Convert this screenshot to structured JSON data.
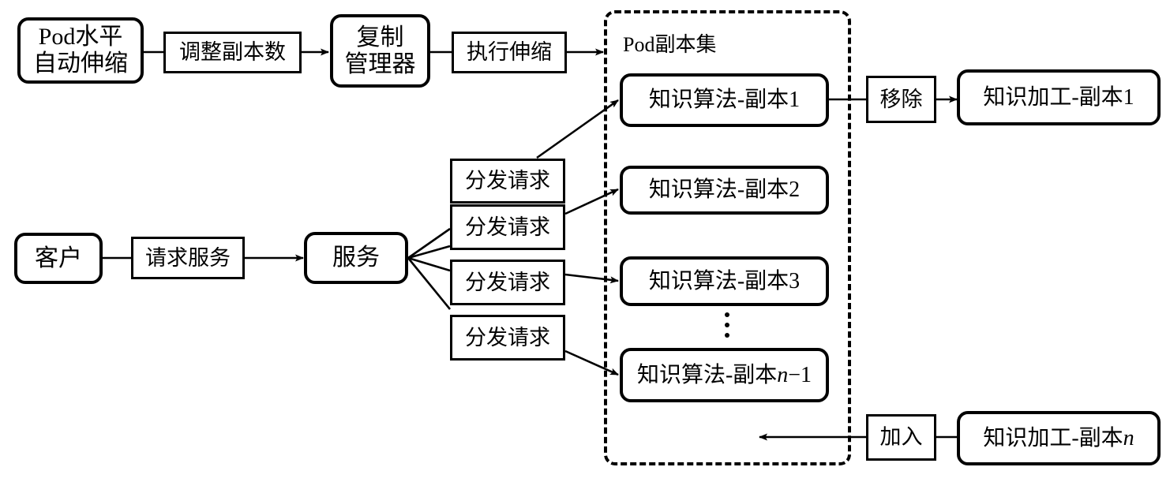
{
  "diagram": {
    "title": "Pod horizontal autoscaling and knowledge algorithm replica set flow",
    "colors": {
      "stroke": "#000000",
      "fill": "#ffffff",
      "background": "#ffffff"
    },
    "group": {
      "name": "pod-replica-set",
      "label": "Pod副本集",
      "border_style": "dashed"
    },
    "nodes": {
      "hpa": "Pod水平\n自动伸缩",
      "hpa_line1": "Pod水平",
      "hpa_line2": "自动伸缩",
      "adjust_replicas": "调整副本数",
      "replication_manager_line1": "复制",
      "replication_manager_line2": "管理器",
      "execute_scaling": "执行伸缩",
      "client": "客户",
      "request_service": "请求服务",
      "service": "服务",
      "dispatch_request": "分发请求",
      "remove": "移除",
      "join": "加入"
    },
    "dispatch_requests": [
      {
        "label": "分发请求"
      },
      {
        "label": "分发请求"
      },
      {
        "label": "分发请求"
      },
      {
        "label": "分发请求"
      }
    ],
    "replicas": [
      {
        "prefix": "知识算法-副本",
        "suffix": "1",
        "italic": ""
      },
      {
        "prefix": "知识算法-副本",
        "suffix": "2",
        "italic": ""
      },
      {
        "prefix": "知识算法-副本",
        "suffix": "3",
        "italic": ""
      },
      {
        "prefix": "知识算法-副本",
        "suffix": "−1",
        "italic": "n"
      }
    ],
    "processing_nodes": [
      {
        "prefix": "知识加工-副本",
        "suffix": "1",
        "italic": ""
      },
      {
        "prefix": "知识加工-副本",
        "suffix": "",
        "italic": "n"
      }
    ],
    "ellipsis": "⋮"
  }
}
